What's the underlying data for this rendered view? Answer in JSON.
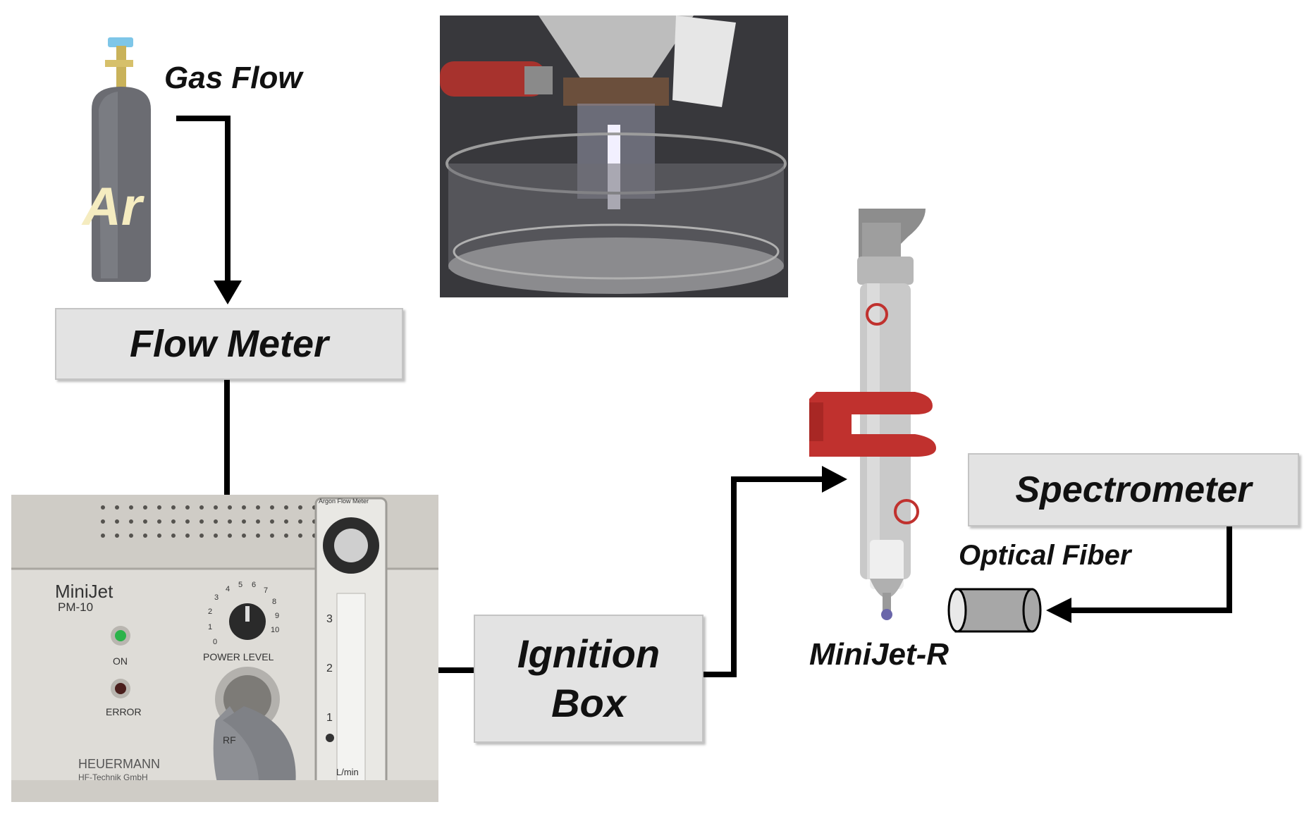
{
  "labels": {
    "gas_flow": "Gas Flow",
    "cylinder": "Ar",
    "flow_meter": "Flow Meter",
    "ignition_box_line1": "Ignition",
    "ignition_box_line2": "Box",
    "minijet_r": "MiniJet-R",
    "spectrometer": "Spectrometer",
    "optical_fiber": "Optical Fiber"
  },
  "device_panel": {
    "brand": "MiniJet",
    "model": "PM-10",
    "on_label": "ON",
    "error_label": "ERROR",
    "power_level_label": "POWER LEVEL",
    "rf_label": "RF",
    "dial_numbers": [
      "0",
      "1",
      "2",
      "3",
      "4",
      "5",
      "6",
      "7",
      "8",
      "9",
      "10"
    ],
    "flowmeter_title": "Argon Flow Meter",
    "flowmeter_scale": [
      "3",
      "2",
      "1"
    ],
    "flowmeter_unit": "L/min",
    "maker": "HEUERMANN",
    "maker_sub": "HF-Technik GmbH"
  },
  "colors": {
    "arrow": "#000000",
    "box_fill": "#e3e3e3",
    "cylinder": "#6b6c72",
    "cylinder_label": "#f5ecc0",
    "clamp_red": "#c0312e",
    "led_green": "#2bb34a"
  }
}
